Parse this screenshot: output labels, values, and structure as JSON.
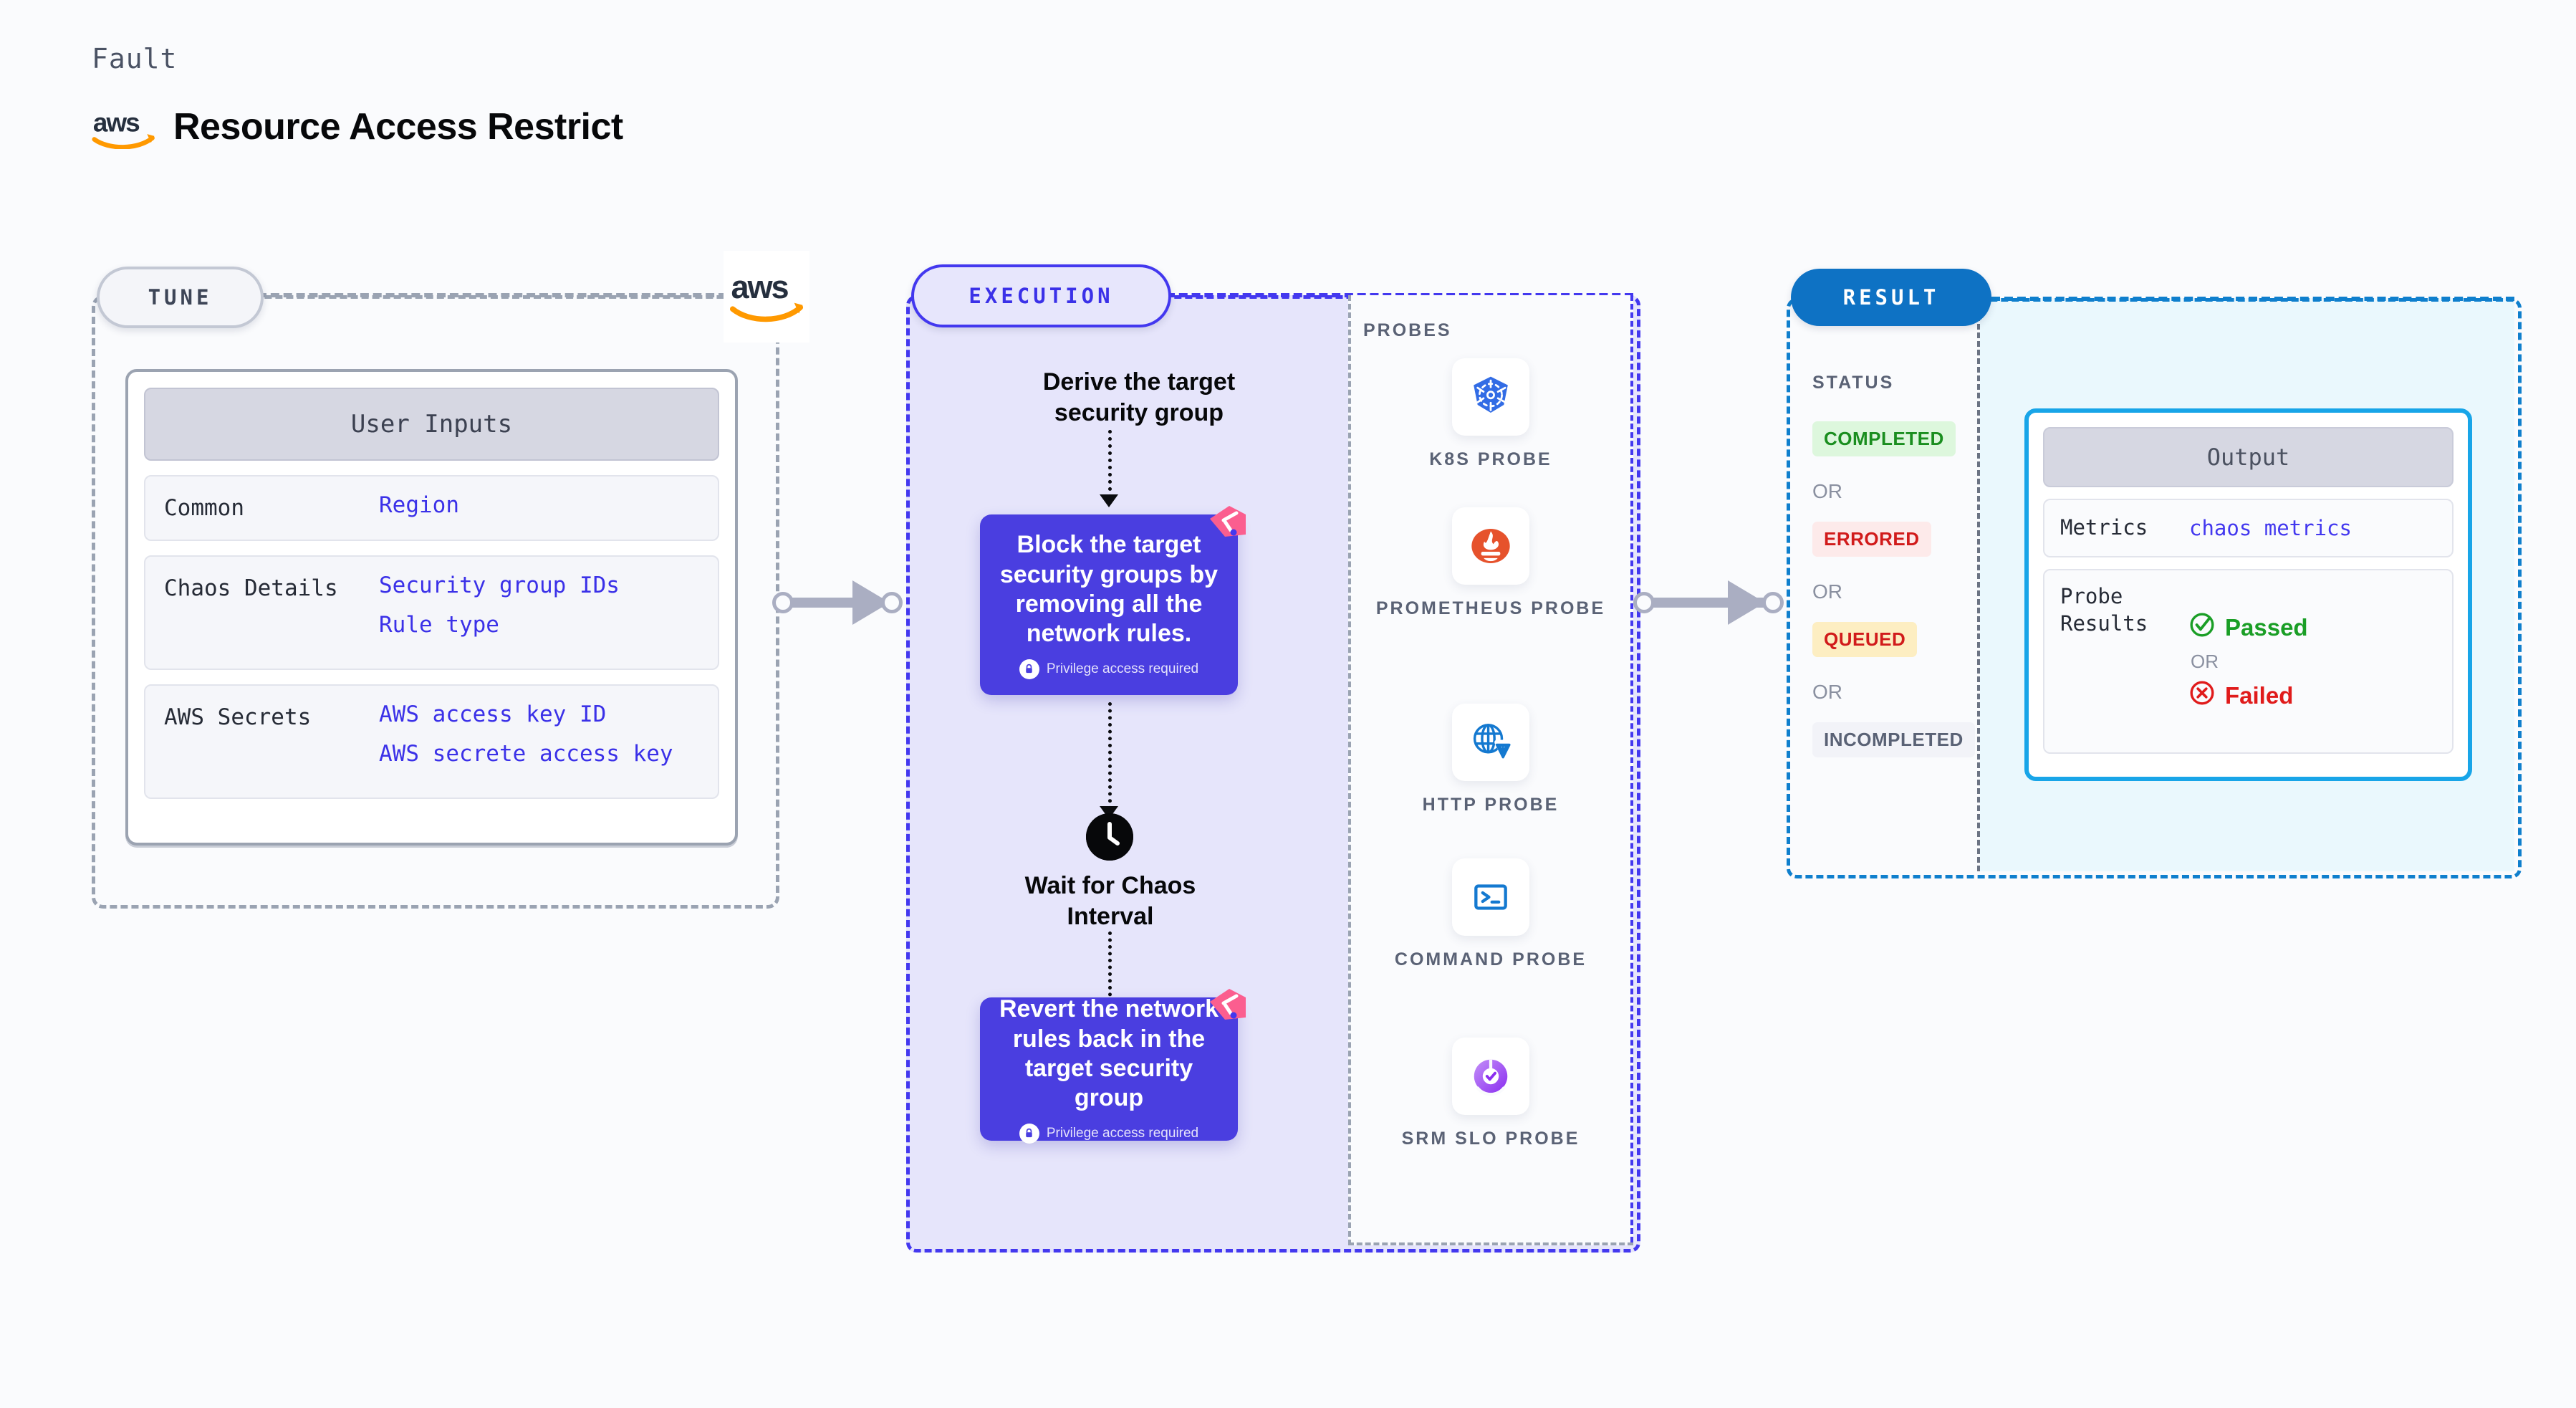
{
  "header": {
    "kicker": "Fault",
    "title": "Resource Access Restrict",
    "brand": "aws"
  },
  "tune": {
    "pill_label": "TUNE",
    "brand_logo": "aws-logo",
    "card": {
      "title": "User Inputs",
      "rows": [
        {
          "key": "Common",
          "values": [
            "Region"
          ]
        },
        {
          "key": "Chaos Details",
          "values": [
            "Security group IDs",
            "Rule type"
          ]
        },
        {
          "key": "AWS Secrets",
          "values": [
            "AWS access key ID",
            "AWS secrete access key"
          ]
        }
      ]
    }
  },
  "execution": {
    "pill_label": "EXECUTION",
    "steps": {
      "derive_label": "Derive the target security group",
      "block_title": "Block the target security groups by removing all the network rules.",
      "block_note": "Privilege access required",
      "wait_label": "Wait for Chaos Interval",
      "revert_title": "Revert the network rules back in the target security group",
      "revert_note": "Privilege access required"
    },
    "probes": {
      "label": "PROBES",
      "items": [
        {
          "icon": "kubernetes-icon",
          "caption": "K8S PROBE"
        },
        {
          "icon": "prometheus-icon",
          "caption": "PROMETHEUS PROBE"
        },
        {
          "icon": "http-globe-warning-icon",
          "caption": "HTTP PROBE"
        },
        {
          "icon": "terminal-icon",
          "caption": "COMMAND PROBE"
        },
        {
          "icon": "srm-slo-icon",
          "caption": "SRM SLO PROBE"
        }
      ]
    }
  },
  "result": {
    "pill_label": "RESULT",
    "status_label": "STATUS",
    "or_label": "OR",
    "statuses": [
      {
        "label": "COMPLETED",
        "fg": "#1a8e1f",
        "bg": "#ddf7dd"
      },
      {
        "label": "ERRORED",
        "fg": "#d11b1b",
        "bg": "#fdeaea"
      },
      {
        "label": "QUEUED",
        "fg": "#d11b1b",
        "bg": "#fdeec2"
      },
      {
        "label": "INCOMPLETED",
        "fg": "#5a6275",
        "bg": "#f2f3f8"
      }
    ],
    "output": {
      "title": "Output",
      "metrics_key": "Metrics",
      "metrics_value": "chaos metrics",
      "probe_results_key": "Probe Results",
      "passed_label": "Passed",
      "failed_label": "Failed",
      "or_label": "OR"
    }
  },
  "colors": {
    "execution_accent": "#4338ef",
    "result_accent": "#0f7fcd",
    "step_box": "#4a3ee0",
    "tune_border": "#9aa3b2",
    "passed": "#1a9e26",
    "failed": "#e01b1b",
    "badge_pink": "#fb5e8f"
  }
}
